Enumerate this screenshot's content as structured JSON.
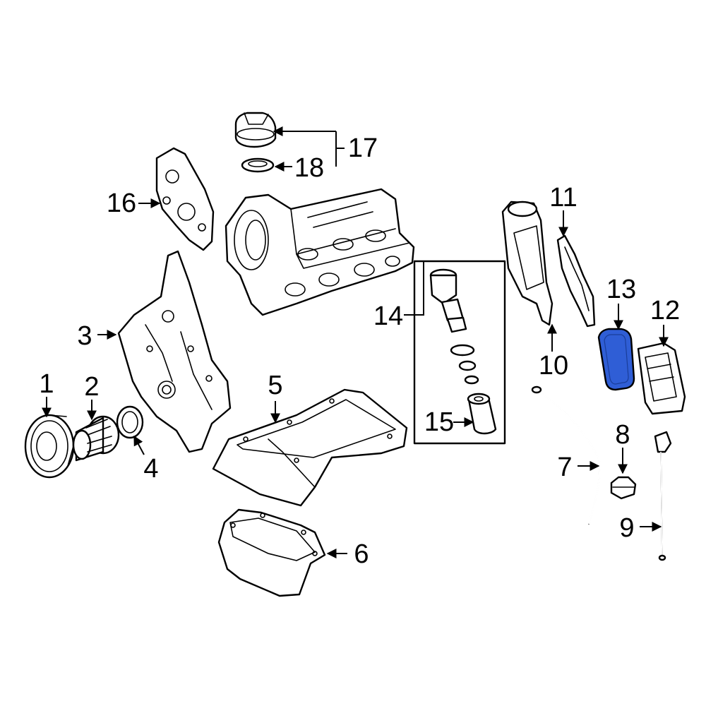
{
  "diagram": {
    "callouts": [
      {
        "id": "1",
        "label": "1"
      },
      {
        "id": "2",
        "label": "2"
      },
      {
        "id": "3",
        "label": "3"
      },
      {
        "id": "4",
        "label": "4"
      },
      {
        "id": "5",
        "label": "5"
      },
      {
        "id": "6",
        "label": "6"
      },
      {
        "id": "7",
        "label": "7"
      },
      {
        "id": "8",
        "label": "8"
      },
      {
        "id": "9",
        "label": "9"
      },
      {
        "id": "10",
        "label": "10"
      },
      {
        "id": "11",
        "label": "11"
      },
      {
        "id": "12",
        "label": "12"
      },
      {
        "id": "13",
        "label": "13"
      },
      {
        "id": "14",
        "label": "14"
      },
      {
        "id": "15",
        "label": "15"
      },
      {
        "id": "16",
        "label": "16"
      },
      {
        "id": "17",
        "label": "17"
      },
      {
        "id": "18",
        "label": "18"
      }
    ],
    "highlight": {
      "part": "13",
      "color": "#2f5ed6"
    }
  }
}
